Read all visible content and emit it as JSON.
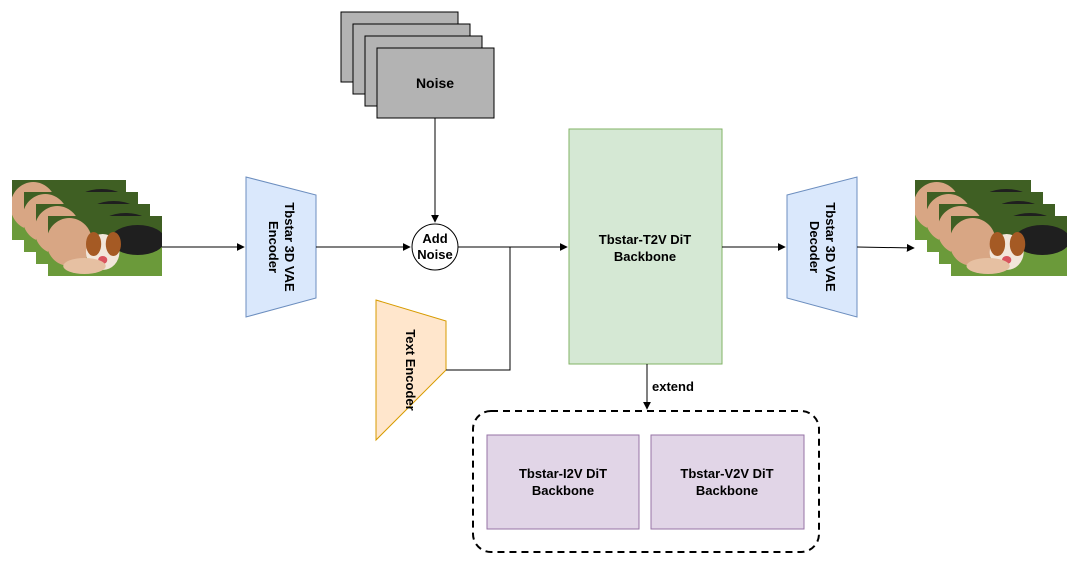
{
  "diagram": {
    "noise": {
      "label": "Noise"
    },
    "add_noise": {
      "line1": "Add",
      "line2": "Noise"
    },
    "vae_encoder": {
      "line1": "Tbstar 3D VAE",
      "line2": "Encoder"
    },
    "text_encoder": {
      "label": "Text Encoder"
    },
    "t2v_backbone": {
      "line1": "Tbstar-T2V DiT",
      "line2": "Backbone"
    },
    "vae_decoder": {
      "line1": "Tbstar 3D VAE",
      "line2": "Decoder"
    },
    "extend_label": "extend",
    "i2v_backbone": {
      "line1": "Tbstar-I2V DiT",
      "line2": "Backbone"
    },
    "v2v_backbone": {
      "line1": "Tbstar-V2V DiT",
      "line2": "Backbone"
    }
  },
  "colors": {
    "noise_fill": "#b3b3b3",
    "vae_fill": "#dae8fc",
    "vae_stroke": "#6c8ebf",
    "text_encoder_fill": "#ffe6cc",
    "text_encoder_stroke": "#d79b00",
    "t2v_fill": "#d5e8d4",
    "t2v_stroke": "#82b366",
    "ext_fill": "#e1d5e7",
    "ext_stroke": "#9673a6",
    "frame_sky": "#7a6a5a",
    "grass": "#6b9a3a"
  }
}
